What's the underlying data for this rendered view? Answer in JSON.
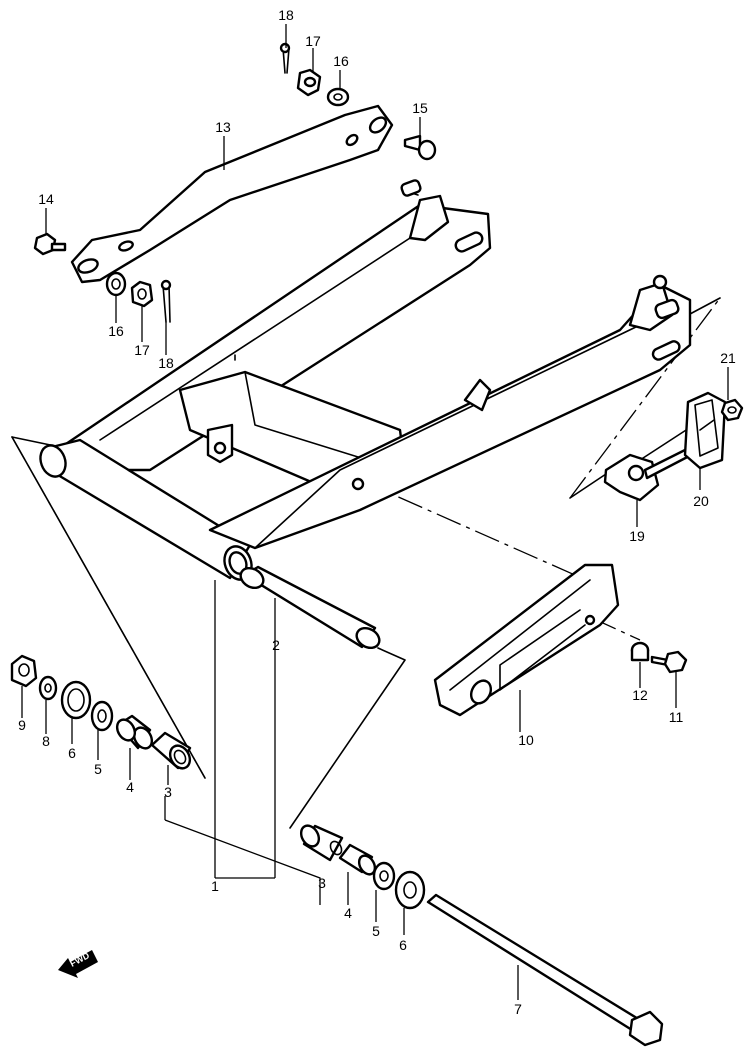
{
  "diagram": {
    "title": "",
    "fwd_label": "FWD",
    "callouts": {
      "c1": "1",
      "c2": "2",
      "c3a": "3",
      "c3b": "3",
      "c4a": "4",
      "c4b": "4",
      "c5a": "5",
      "c5b": "5",
      "c6a": "6",
      "c6b": "6",
      "c7": "7",
      "c8": "8",
      "c9": "9",
      "c10": "10",
      "c11": "11",
      "c12": "12",
      "c13": "13",
      "c14": "14",
      "c15": "15",
      "c16a": "16",
      "c16b": "16",
      "c17a": "17",
      "c17b": "17",
      "c18a": "18",
      "c18b": "18",
      "c19": "19",
      "c20": "20",
      "c21": "21"
    }
  }
}
